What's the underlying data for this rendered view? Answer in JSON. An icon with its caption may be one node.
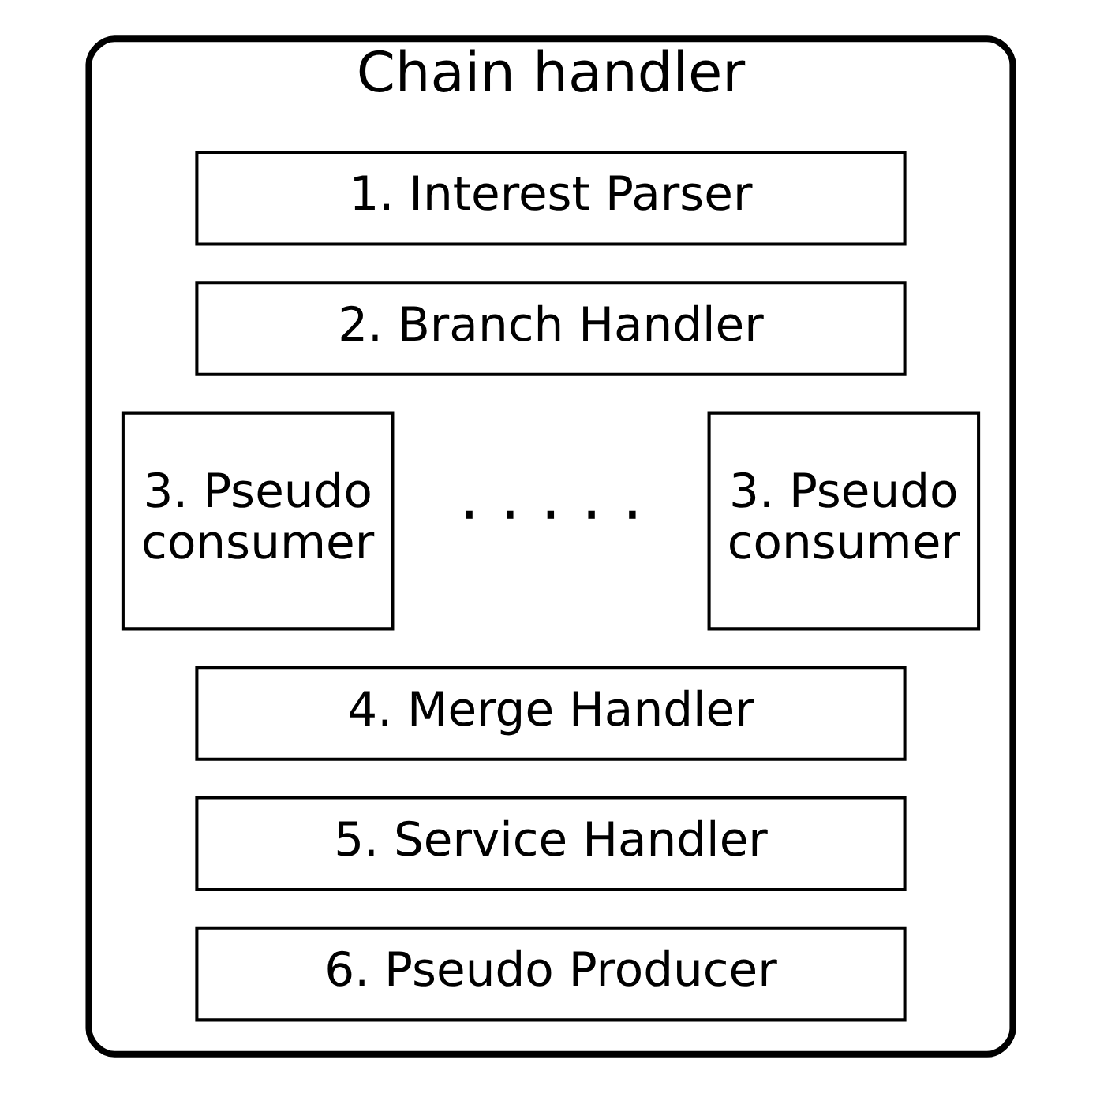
{
  "diagram": {
    "nodes": [
      {
        "text": [
          "Chain handler"
        ]
      },
      {
        "text": [
          "1. Interest Parser"
        ],
        "in": 0
      },
      {
        "text": [
          "2. Branch Handler"
        ],
        "in": 0
      },
      {
        "text": [
          "3. Pseudo consumer"
        ],
        "in": 0
      },
      {
        "text": [
          "3. Pseudo consumer"
        ],
        "in": 0
      },
      {
        "text": [
          "4. Merge Handler"
        ],
        "in": 0
      },
      {
        "text": [
          "5. Service Handler"
        ],
        "in": 0
      },
      {
        "text": [
          "6. Pseudo Producer"
        ],
        "in": 0
      }
    ],
    "edges": [],
    "labels": [
      "· · · · ·"
    ]
  }
}
